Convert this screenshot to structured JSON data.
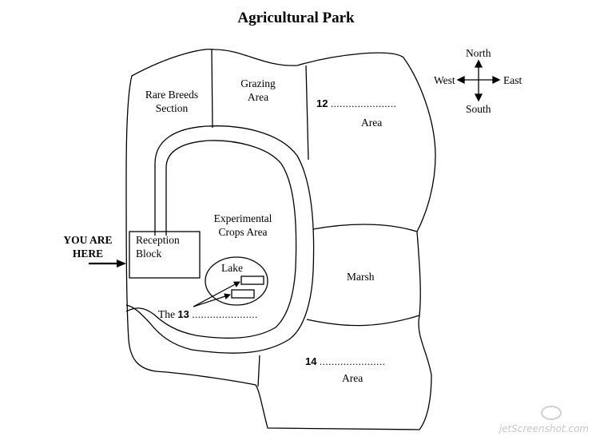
{
  "title": "Agricultural Park",
  "compass": {
    "north": "North",
    "south": "South",
    "east": "East",
    "west": "West"
  },
  "areas": {
    "rare_breeds_line1": "Rare Breeds",
    "rare_breeds_line2": "Section",
    "grazing_line1": "Grazing",
    "grazing_line2": "Area",
    "q12_number": "12",
    "q12_blank": "......................",
    "q12_area": "Area",
    "experimental_line1": "Experimental",
    "experimental_line2": "Crops Area",
    "reception_line1": "Reception",
    "reception_line2": "Block",
    "lake": "Lake",
    "q13_prefix": "The",
    "q13_number": "13",
    "q13_blank": "......................",
    "marsh": "Marsh",
    "q14_number": "14",
    "q14_blank": "......................",
    "q14_area": "Area"
  },
  "you_are_here": {
    "line1": "YOU ARE",
    "line2": "HERE"
  },
  "watermark": "jetScreenshot.com",
  "icons": [
    "compass-icon",
    "arrow-right-icon",
    "lake-arrows-icon"
  ]
}
